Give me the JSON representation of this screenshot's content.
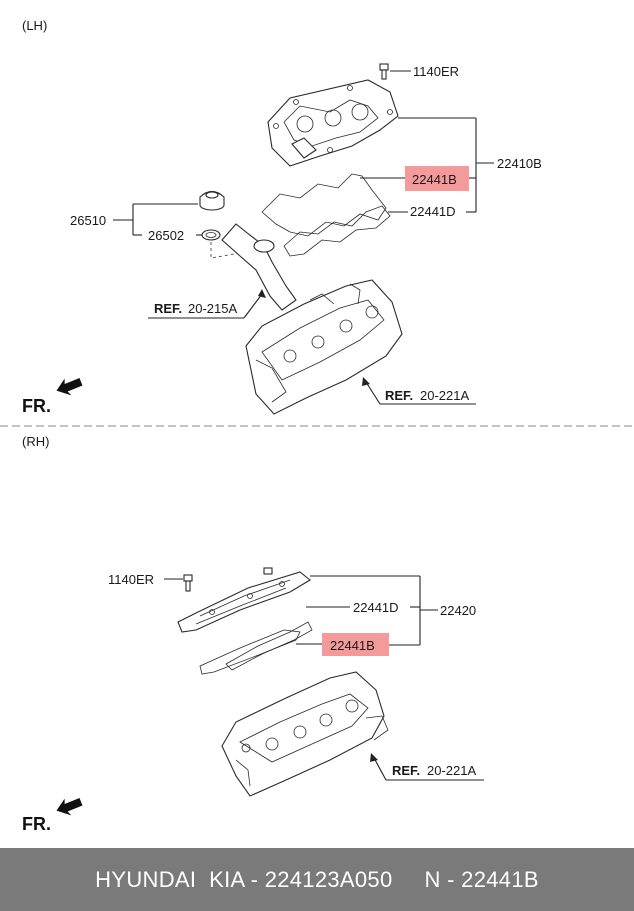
{
  "lh": {
    "section_label": "(LH)",
    "bolt": "1140ER",
    "cover_assy": "22410B",
    "gasket_b": "22441B",
    "gasket_d": "22441D",
    "cap_assy": "26510",
    "cap_seal": "26502",
    "ref_a_prefix": "REF.",
    "ref_a_value": "20-215A",
    "ref_b_prefix": "REF.",
    "ref_b_value": "20-221A",
    "front": "FR."
  },
  "rh": {
    "section_label": "(RH)",
    "bolt": "1140ER",
    "cover_assy": "22420",
    "gasket_d": "22441D",
    "gasket_b": "22441B",
    "ref_prefix": "REF.",
    "ref_value": "20-221A",
    "front": "FR."
  },
  "footer": {
    "text": "HYUNDAI  KIA - 224123A050     N - 22441B"
  },
  "colors": {
    "highlight": "#f49a9a",
    "footer_bg": "#7a7a7a",
    "footer_text": "#ffffff"
  }
}
